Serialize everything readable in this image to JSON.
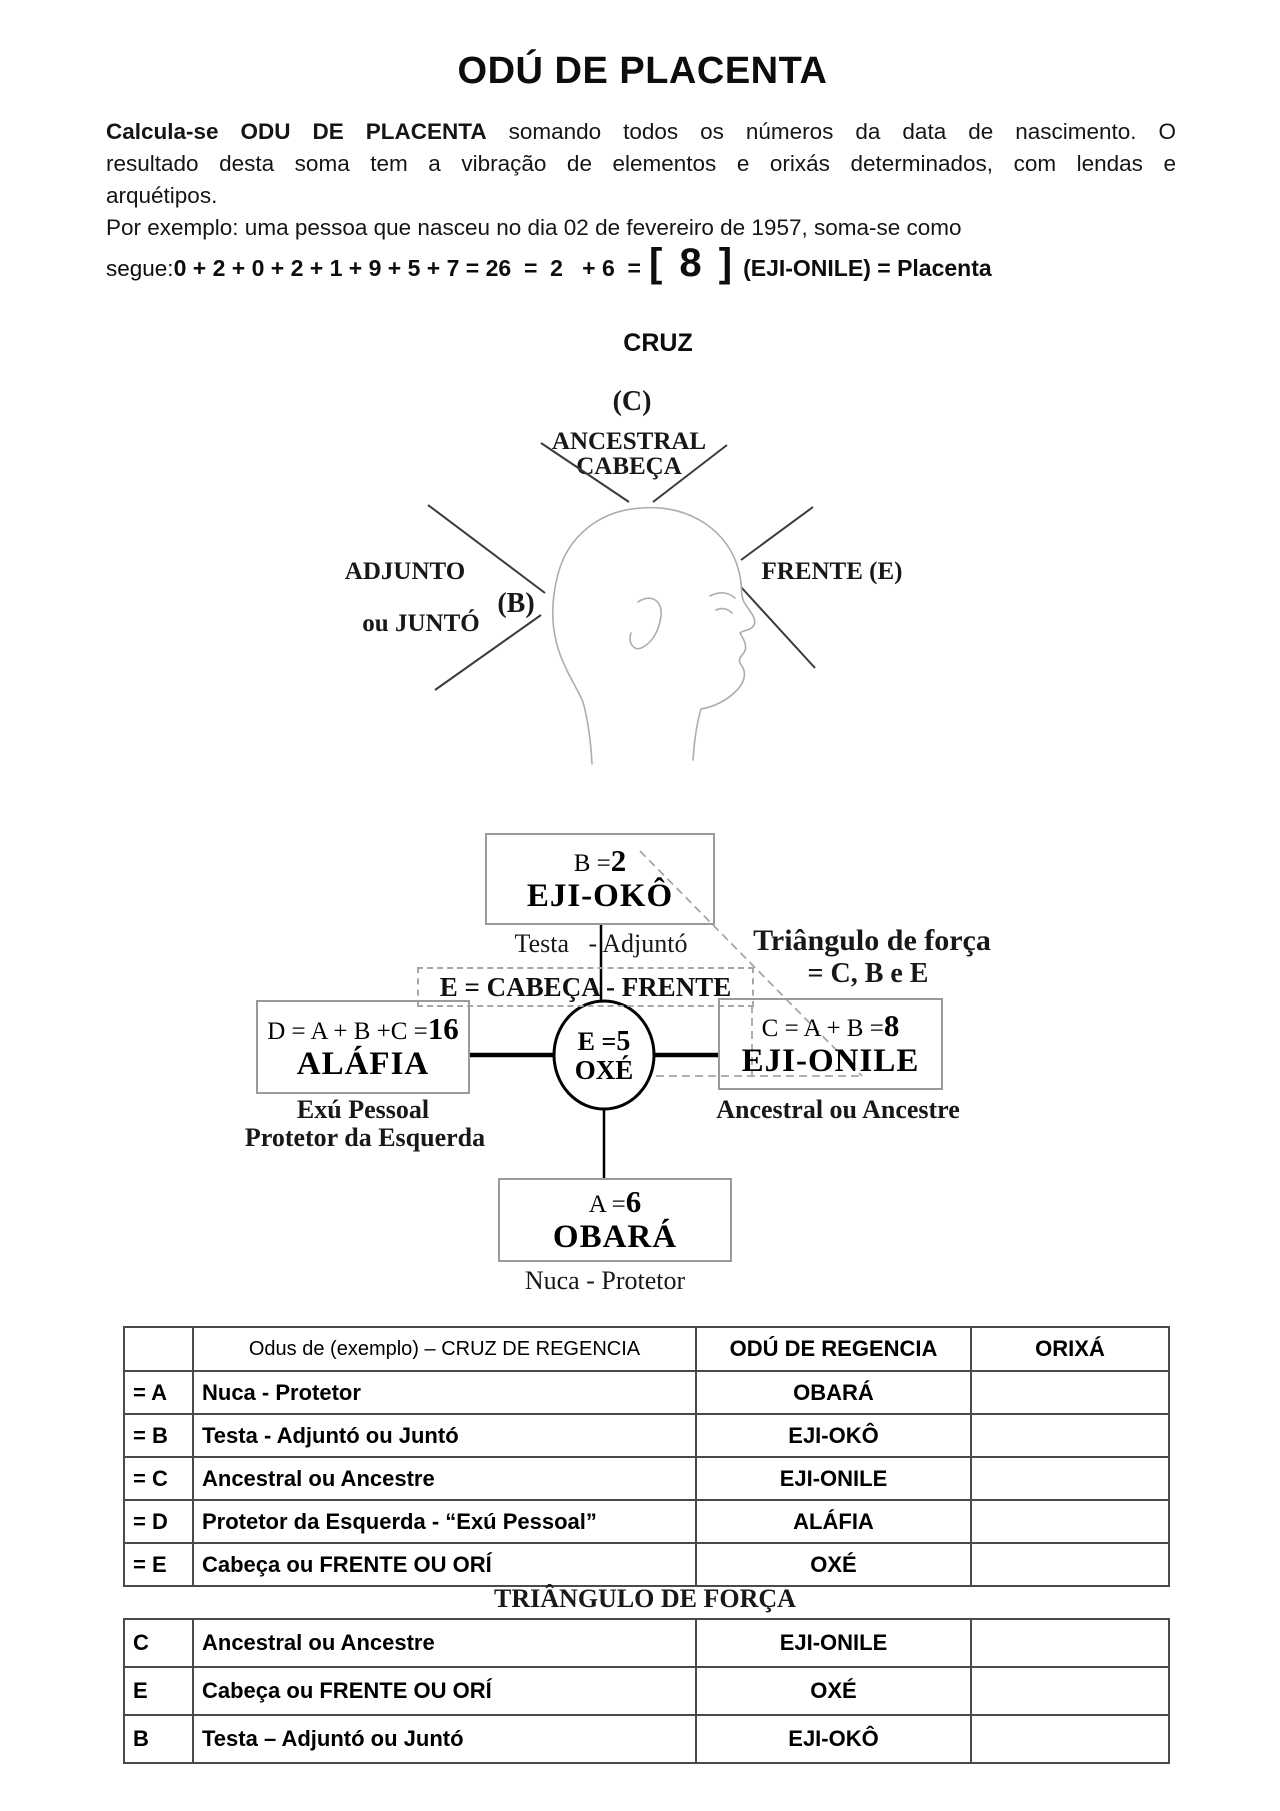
{
  "page": {
    "title": "ODÚ DE PLACENTA",
    "intro": {
      "line1_bold": "Calcula-se ODU DE PLACENTA",
      "line1_rest": " somando todos os números da data de nascimento. O",
      "line2": "resultado desta soma tem a vibração de elementos e orixás determinados, com lendas e",
      "line3": "arquétipos.",
      "line4": "Por exemplo: uma pessoa que nasceu no dia 02 de fevereiro de 1957, soma-se como"
    },
    "formula": {
      "lead": "segue: ",
      "sum": "0 + 2 + 0 + 2 + 1 + 9 + 5 + 7 = 26  =  2   + 6  =",
      "bracket": "[ 8 ]",
      "suffix": "(EJI-ONILE) = Placenta"
    },
    "cruz": {
      "heading": "CRUZ",
      "c_label": "(C)",
      "ancestral": "ANCESTRAL",
      "cabeca": "CABEÇA",
      "adjunto": "ADJUNTO",
      "b_label": "(B)",
      "ou_junto": "ou JUNTÓ",
      "frente": "FRENTE (E)"
    },
    "diagram": {
      "top_box": {
        "line1": "B = ",
        "value": "2",
        "name": "EJI-OKÔ"
      },
      "top_caption": "Testa   - Adjuntó",
      "triangle_note1": "Triângulo de força",
      "triangle_note2": "= C, B e E",
      "dashed_label": "E = CABEÇA - FRENTE",
      "left_box": {
        "line1": "D = A + B +C = ",
        "value": "16",
        "name": "ALÁFIA"
      },
      "left_caption1": "Exú Pessoal",
      "left_caption2": "Protetor da Esquerda",
      "center": {
        "line1": "E = ",
        "value": "5",
        "name": "OXÉ"
      },
      "right_box": {
        "line1": "C = A + B = ",
        "value": "8",
        "name": "EJI-ONILE"
      },
      "right_caption": "Ancestral ou Ancestre",
      "bottom_box": {
        "line1": "A = ",
        "value": "6",
        "name": "OBARÁ"
      },
      "bottom_caption": "Nuca - Protetor"
    },
    "table1": {
      "headers": {
        "key": "",
        "desc": "Odus de (exemplo) – CRUZ DE REGENCIA",
        "odu": "ODÚ DE REGENCIA",
        "orixa": "ORIXÁ"
      },
      "rows": [
        {
          "key": "= A",
          "desc": "Nuca - Protetor",
          "odu": "OBARÁ",
          "orixa": ""
        },
        {
          "key": "= B",
          "desc": "Testa - Adjuntó ou Juntó",
          "odu": "EJI-OKÔ",
          "orixa": ""
        },
        {
          "key": "= C",
          "desc": "Ancestral ou Ancestre",
          "odu": "EJI-ONILE",
          "orixa": ""
        },
        {
          "key": "= D",
          "desc": "Protetor da Esquerda - “Exú Pessoal”",
          "odu": "ALÁFIA",
          "orixa": ""
        },
        {
          "key": "= E",
          "desc": "Cabeça ou FRENTE OU ORÍ",
          "odu": "OXÉ",
          "orixa": ""
        }
      ]
    },
    "triangle_heading": "TRIÂNGULO DE FORÇA",
    "table2": {
      "rows": [
        {
          "key": "C",
          "desc": "Ancestral ou Ancestre",
          "odu": "EJI-ONILE",
          "orixa": ""
        },
        {
          "key": "E",
          "desc": "Cabeça ou FRENTE OU ORÍ",
          "odu": "OXÉ",
          "orixa": ""
        },
        {
          "key": "B",
          "desc": "Testa – Adjuntó ou Juntó",
          "odu": "EJI-OKÔ",
          "orixa": ""
        }
      ]
    }
  }
}
